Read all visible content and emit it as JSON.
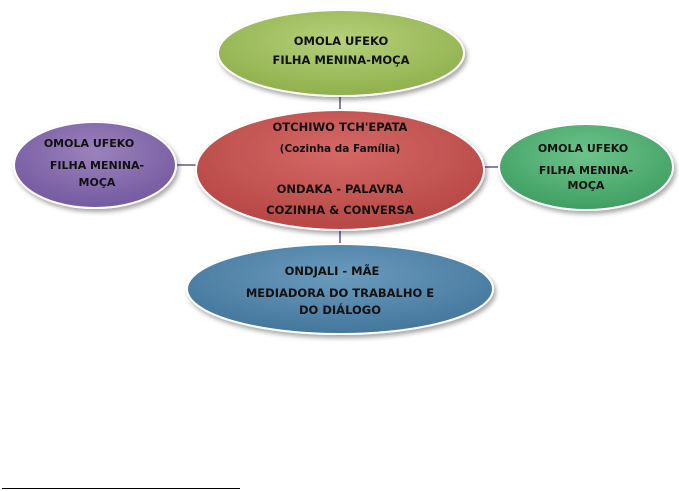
{
  "nodes": {
    "top": {
      "color": "#9bbb59",
      "lines": [
        "OMOLA UFEKO",
        "FILHA MENINA-MOÇA"
      ]
    },
    "left": {
      "color": "#8064a2",
      "lines": [
        "OMOLA UFEKO",
        "FILHA MENINA-",
        "MOÇA"
      ]
    },
    "right": {
      "color": "#4bac6f",
      "lines": [
        "OMOLA UFEKO",
        "FILHA MENINA-",
        "MOÇA"
      ]
    },
    "center": {
      "color": "#c0504d",
      "lines": [
        "OTCHIWO TCH'EPATA",
        "(Cozinha da Família)",
        "ONDAKA - PALAVRA",
        "COZINHA & CONVERSA"
      ]
    },
    "bottom": {
      "color": "#4f81a5",
      "lines": [
        "ONDJALI - MÃE",
        "MEDIADORA DO TRABALHO E",
        "DO DIÁLOGO"
      ]
    }
  },
  "connector_color": "#8c7fa8"
}
